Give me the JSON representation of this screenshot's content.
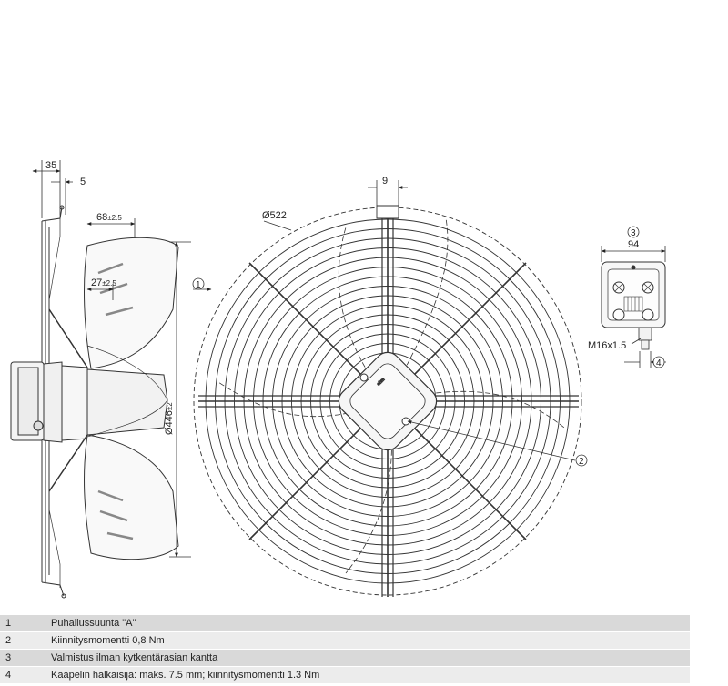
{
  "dimensions": {
    "side_depth": "35",
    "side_flange": "5",
    "side_hub": "68",
    "side_hub_tol": "±2.5",
    "side_blade": "27",
    "side_blade_tol": "±2.5",
    "diameter": "Ø446",
    "diameter_tol": "±2",
    "guard_diameter": "Ø522",
    "mount_offset": "9",
    "terminal_width": "94",
    "cable_gland": "M16x1.5"
  },
  "callouts": [
    "1",
    "2",
    "3",
    "4"
  ],
  "legend": [
    {
      "num": "1",
      "text": "Puhallussuunta \"A\""
    },
    {
      "num": "2",
      "text": "Kiinnitysmomentti 0,8 Nm"
    },
    {
      "num": "3",
      "text": "Valmistus ilman kytkentärasian kantta"
    },
    {
      "num": "4",
      "text": "Kaapelin halkaisija: maks. 7.5 mm; kiinnitysmomentti 1.3 Nm"
    }
  ]
}
